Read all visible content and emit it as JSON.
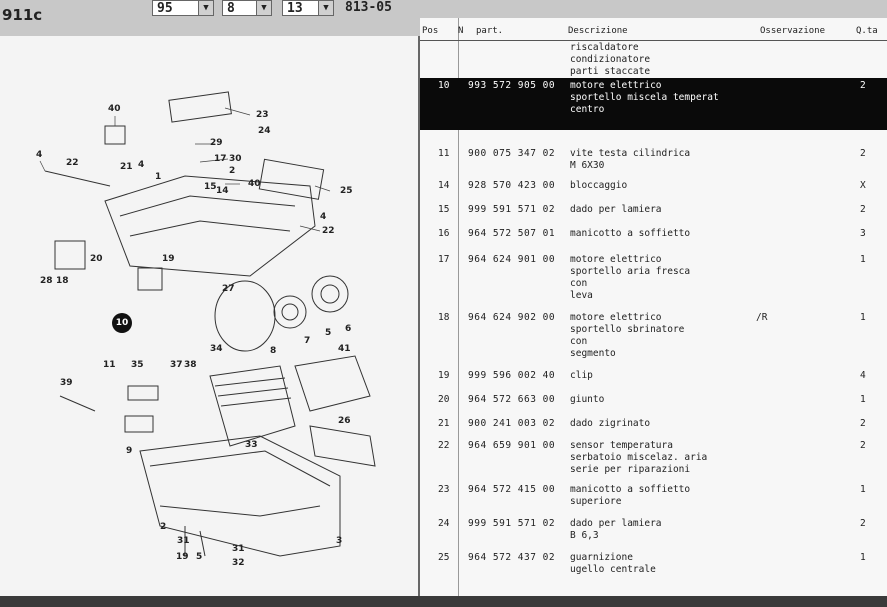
{
  "topbar": {
    "model": "911c",
    "year": "95",
    "group": "8",
    "subgroup": "13",
    "code": "813-05"
  },
  "table": {
    "headers": {
      "pos": "Pos",
      "n": "N",
      "part": "part.",
      "descrizione": "Descrizione",
      "osservazione": "Osservazione",
      "qty": "Q.ta"
    },
    "intro": "riscaldatore\ncondizionatore\nparti staccate",
    "rows": [
      {
        "pos": "10",
        "part": "993 572 905 00",
        "desc": "motore elettrico\nsportello miscela temperat\ncentro",
        "obs": "",
        "qty": "2",
        "selected": true
      },
      {
        "pos": "11",
        "part": "900 075 347 02",
        "desc": "vite testa cilindrica\nM 6X30",
        "obs": "",
        "qty": "2"
      },
      {
        "pos": "14",
        "part": "928 570 423 00",
        "desc": "bloccaggio",
        "obs": "",
        "qty": "X"
      },
      {
        "pos": "15",
        "part": "999 591 571 02",
        "desc": "dado per lamiera",
        "obs": "",
        "qty": "2"
      },
      {
        "pos": "16",
        "part": "964 572 507 01",
        "desc": "manicotto a soffietto",
        "obs": "",
        "qty": "3"
      },
      {
        "pos": "17",
        "part": "964 624 901 00",
        "desc": "motore elettrico\nsportello aria fresca\ncon\nleva",
        "obs": "",
        "qty": "1"
      },
      {
        "pos": "18",
        "part": "964 624 902 00",
        "desc": "motore elettrico\nsportello sbrinatore\ncon\nsegmento",
        "obs": "/R",
        "qty": "1"
      },
      {
        "pos": "19",
        "part": "999 596 002 40",
        "desc": "clip",
        "obs": "",
        "qty": "4"
      },
      {
        "pos": "20",
        "part": "964 572 663 00",
        "desc": "giunto",
        "obs": "",
        "qty": "1"
      },
      {
        "pos": "21",
        "part": "900 241 003 02",
        "desc": "dado zigrinato",
        "obs": "",
        "qty": "2"
      },
      {
        "pos": "22",
        "part": "964 659 901 00",
        "desc": "sensor temperatura\nserbatoio miscelaz. aria\nserie per riparazioni",
        "obs": "",
        "qty": "2"
      },
      {
        "pos": "23",
        "part": "964 572 415 00",
        "desc": "manicotto a soffietto\nsuperiore",
        "obs": "",
        "qty": "1"
      },
      {
        "pos": "24",
        "part": "999 591 571 02",
        "desc": "dado per lamiera\nB 6,3",
        "obs": "",
        "qty": "2"
      },
      {
        "pos": "25",
        "part": "964 572 437 02",
        "desc": "guarnizione\nugello centrale",
        "obs": "",
        "qty": "1"
      }
    ]
  },
  "diagram": {
    "callouts": [
      "40",
      "23",
      "24",
      "29",
      "4",
      "22",
      "21",
      "4",
      "1",
      "17",
      "30",
      "2",
      "15",
      "14",
      "40",
      "25",
      "4",
      "22",
      "20",
      "19",
      "28",
      "18",
      "10",
      "27",
      "34",
      "8",
      "7",
      "5",
      "6",
      "41",
      "11",
      "35",
      "37",
      "38",
      "39",
      "9",
      "33",
      "26",
      "2",
      "31",
      "19",
      "5",
      "31",
      "32",
      "3"
    ],
    "selected_label": "10"
  }
}
